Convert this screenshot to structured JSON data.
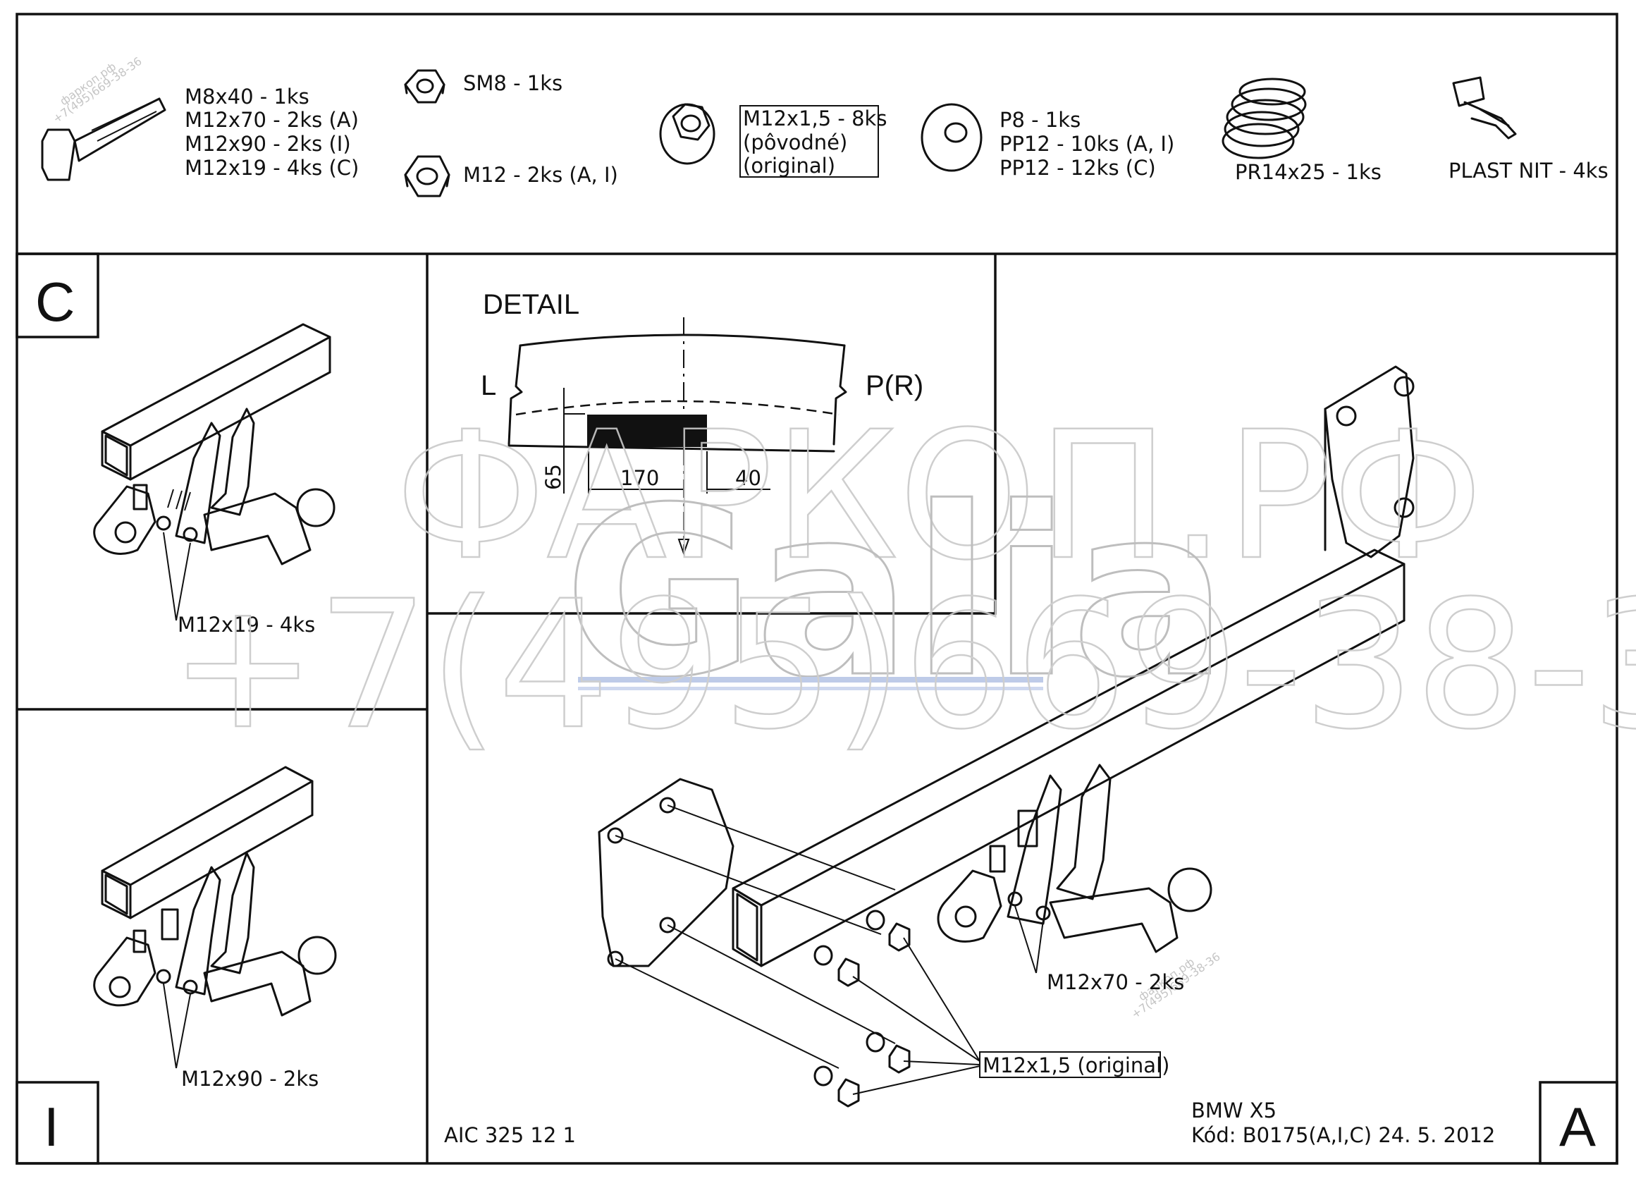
{
  "hardware": {
    "bolt": [
      "M8x40 - 1ks",
      "M12x70 - 2ks (A)",
      "M12x90 - 2ks (I)",
      "M12x19 - 4ks (C)"
    ],
    "nut_sm8": "SM8 - 1ks",
    "nut_m12": "M12 - 2ks (A, I)",
    "flange_nut": [
      "M12x1,5 - 8ks",
      "(pôvodné)",
      "(original)"
    ],
    "washer": [
      "P8 - 1ks",
      "PP12 - 10ks (A, I)",
      "PP12 - 12ks (C)"
    ],
    "spring": "PR14x25 - 1ks",
    "plastic_rivet": "PLAST NIT - 4ks"
  },
  "views": {
    "c": {
      "letter": "C",
      "bolt_label": "M12x19 - 4ks"
    },
    "i": {
      "letter": "I",
      "bolt_label": "M12x90 - 2ks"
    },
    "a": {
      "letter": "A",
      "bolt_label": "M12x70 - 2ks",
      "nut_label": "M12x1,5 (original)"
    }
  },
  "detail": {
    "title": "DETAIL",
    "left": "L",
    "right": "P(R)",
    "dim_height": "65",
    "dim_center": "170",
    "dim_offset": "40"
  },
  "footer": {
    "drawing_no": "AIC 325 12 1",
    "model": "BMW X5",
    "code": "Kód: B0175(A,I,C)  24. 5. 2012"
  },
  "watermark": {
    "brand": "ФАРКОП.РФ",
    "logo": "Galia",
    "phone": "+7(495)669-38-36",
    "tile_site": "фаркоп.рф",
    "tile_phone": "+7(495)669-38-36"
  }
}
